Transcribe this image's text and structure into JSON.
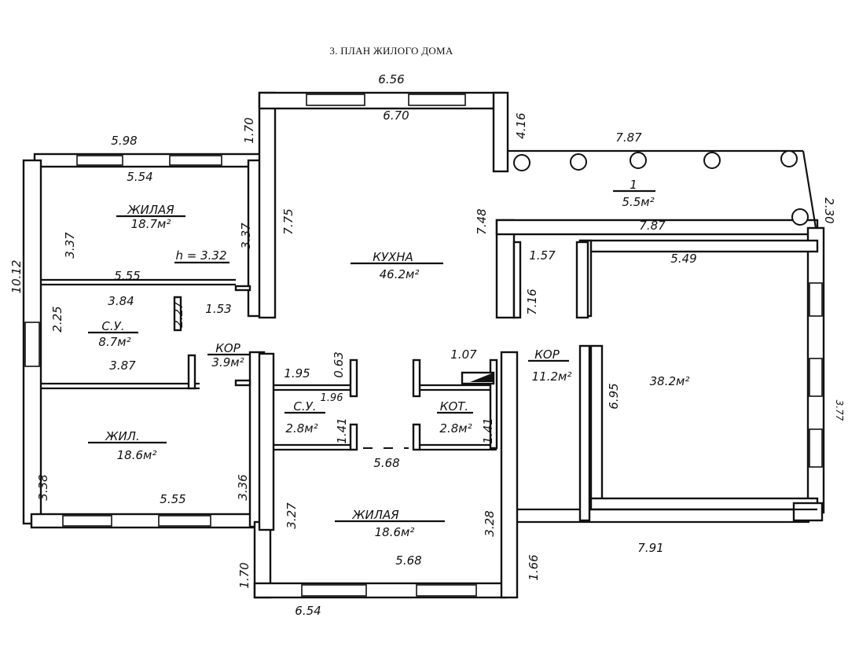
{
  "title": "3. ПЛАН ЖИЛОГО ДОМА",
  "rooms": {
    "living_nw": {
      "name": "ЖИЛАЯ",
      "area": "18.7м²",
      "height": "h = 3.32"
    },
    "kitchen": {
      "name": "КУХНА",
      "area": "46.2м²"
    },
    "terrace": {
      "name": "1",
      "area": "5.5м²"
    },
    "bath_w": {
      "name": "С.У.",
      "area": "8.7м²"
    },
    "corridor_w": {
      "name": "КОР",
      "area": "3.9м²"
    },
    "living_sw": {
      "name": "ЖИЛ.",
      "area": "18.6м²"
    },
    "bath_c": {
      "name": "С.У.",
      "area": "2.8м²"
    },
    "boiler": {
      "name": "КОТ.",
      "area": "2.8м²"
    },
    "living_s": {
      "name": "ЖИЛАЯ",
      "area": "18.6м²"
    },
    "corridor_e": {
      "name": "КОР",
      "area": "11.2м²"
    },
    "garage": {
      "area": "38.2м²"
    }
  },
  "dimensions": {
    "d_656": "6.56",
    "d_670": "6.70",
    "d_598": "5.98",
    "d_554": "5.54",
    "d_170_top": "1.70",
    "d_416": "4.16",
    "d_787_top": "7.87",
    "d_787_mid": "7.87",
    "d_230": "2.30",
    "d_1012": "10.12",
    "d_337_l": "3.37",
    "d_337_r": "3.37",
    "d_775": "7.75",
    "d_748": "7.48",
    "d_157": "1.57",
    "d_549": "5.49",
    "d_716": "7.16",
    "d_555_top": "5.55",
    "d_384": "3.84",
    "d_225": "2.25",
    "d_227": "2.27",
    "d_153": "1.53",
    "d_387": "3.87",
    "d_195": "1.95",
    "d_063": "0.63",
    "d_196": "1.96",
    "d_107": "1.07",
    "d_141_l": "1.41",
    "d_141_r": "1.41",
    "d_695": "6.95",
    "d_377": "3.77",
    "d_568_mid": "5.68",
    "d_338": "3.38",
    "d_555_bot": "5.55",
    "d_336": "3.36",
    "d_327": "3.27",
    "d_328": "3.28",
    "d_568_bot": "5.68",
    "d_170_bot": "1.70",
    "d_166": "1.66",
    "d_654": "6.54",
    "d_791": "7.91"
  }
}
